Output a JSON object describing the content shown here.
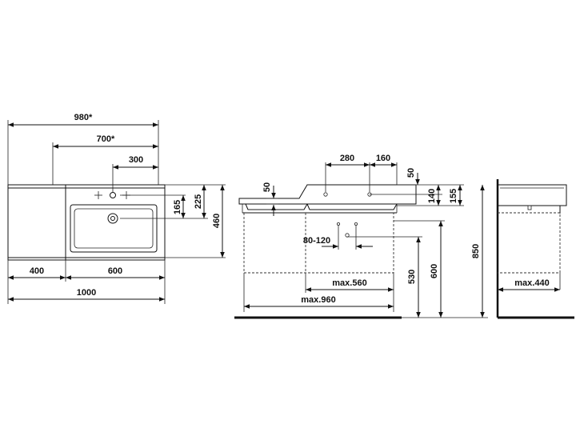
{
  "top_view": {
    "dimensions": {
      "overall_counter": "980*",
      "bowl_span": "700*",
      "tap_offset": "300",
      "inner_depth": "165",
      "tap_depth": "225",
      "overall_depth": "460",
      "shelf_width": "400",
      "basin_width": "600",
      "overall_width": "1000"
    }
  },
  "front_view": {
    "dimensions": {
      "hole_spacing": "280",
      "hole_edge_offset": "160",
      "rim_height": "50",
      "top_rim_height": "50",
      "front_height": "140",
      "total_height": "155",
      "drain_range": "80-120",
      "cabinet_width_max": "max.560",
      "vanity_width_max": "max.960",
      "drain_height": "530",
      "cabinet_height": "600",
      "mount_height": "850"
    }
  },
  "side_view": {
    "dimensions": {
      "cabinet_depth_max": "max.440"
    }
  }
}
